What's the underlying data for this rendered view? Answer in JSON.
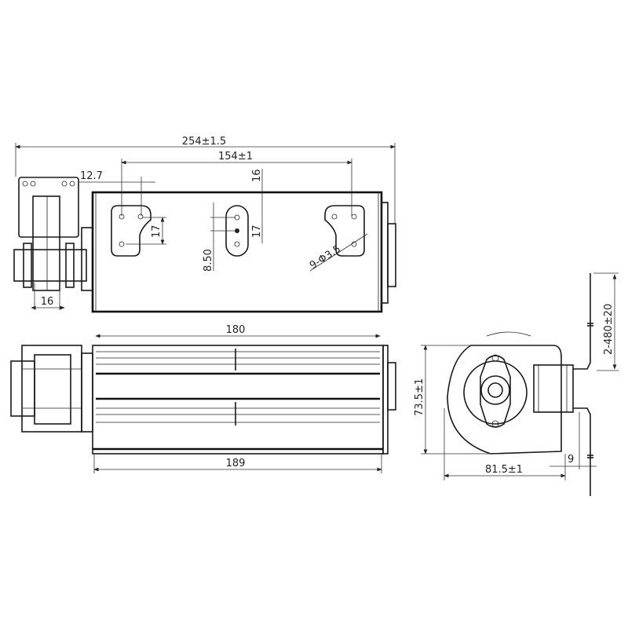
{
  "top_view": {
    "overall_length": "254±1.5",
    "mount_hole_spacing": "154±1",
    "bracket_offset": "12.7",
    "bracket_top_offset": "16",
    "left_hole_spacing": "17",
    "center_hole_spacing": "17",
    "center_hole_offset": "8.50",
    "hole_callout": "9-Φ3.5",
    "motor_width": "16"
  },
  "front_view": {
    "impeller_length": "180",
    "housing_length": "189"
  },
  "side_view": {
    "height": "73.5±1",
    "width": "81.5±1",
    "lead_offset": "9",
    "lead_wires": "2-480±20"
  }
}
